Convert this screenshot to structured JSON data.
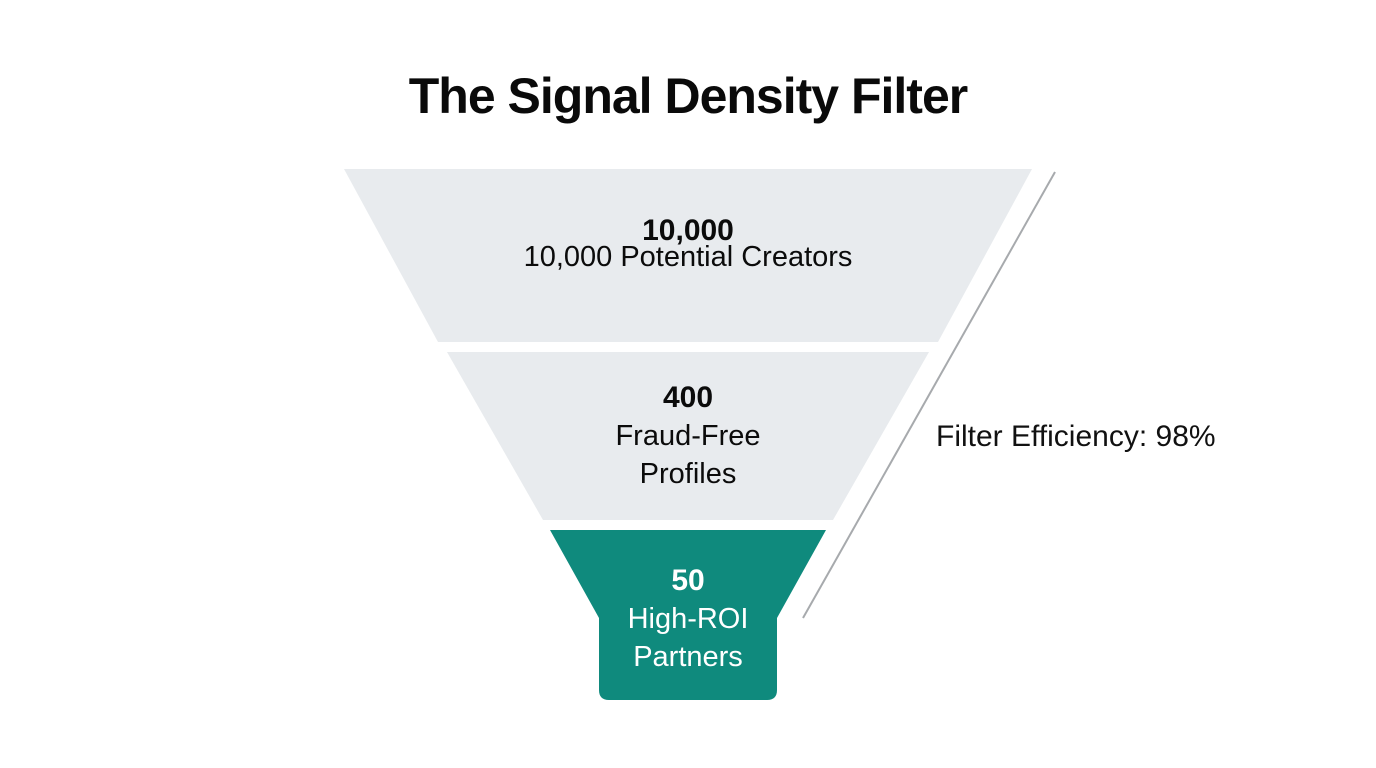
{
  "title": "The Signal Density Filter",
  "chart_data": {
    "type": "funnel",
    "title": "The Signal Density Filter",
    "orientation": "top-wide-to-bottom-narrow",
    "stages": [
      {
        "value": 10000,
        "value_label": "10,000",
        "label": "10,000 Potential Creators",
        "label_lines": [
          "10,000 Potential Creators"
        ],
        "color": "#E8EBEE",
        "text_color": "#0B0B0B"
      },
      {
        "value": 400,
        "value_label": "400",
        "label": "Fraud-Free Profiles",
        "label_lines": [
          "Fraud-Free",
          "Profiles"
        ],
        "color": "#E8EBEE",
        "text_color": "#0B0B0B"
      },
      {
        "value": 50,
        "value_label": "50",
        "label": "High-ROI Partners",
        "label_lines": [
          "High-ROI",
          "Partners"
        ],
        "color": "#0F8A7D",
        "text_color": "#FFFFFF"
      }
    ],
    "annotation": {
      "text": "Filter Efficiency: 98%",
      "line_color": "#A7AAAD"
    },
    "background_color": "#FFFFFF"
  }
}
